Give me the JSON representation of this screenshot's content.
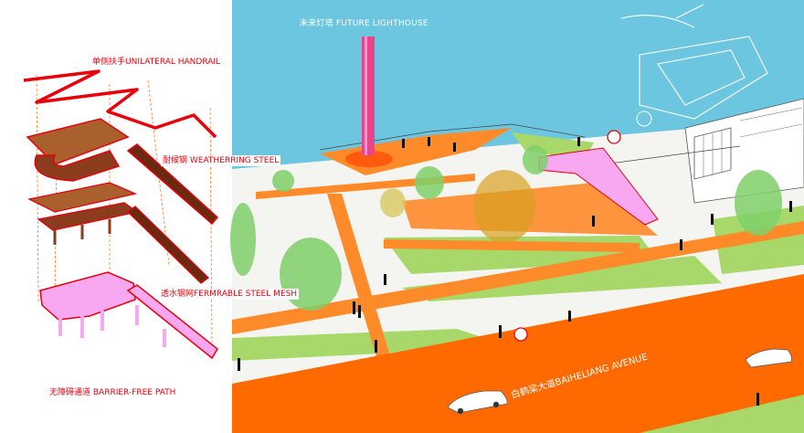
{
  "labels": {
    "handrail": "单侧扶手UNILATERAL HANDRAIL",
    "weathering": "耐候钢 WEATHERRING STEEL",
    "mesh": "透水钢网FERMRABLE STEEL MESH",
    "barrier": "无障碍通道 BARRIER-FREE PATH",
    "lighthouse": "未来灯塔 FUTURE LIGHTHOUSE",
    "avenue": "白鹤梁大道BAIHELIANG AVENUE"
  },
  "colors": {
    "water": "#6cc6e0",
    "road": "#ff6a00",
    "path_orange": "#ff8a2a",
    "grass": "#a8d86a",
    "tree": "#7fd06a",
    "handrail": "#e8000b",
    "steel": "#8a3c1c",
    "mesh_pink": "#f7a8f0",
    "lighthouse": "#e8458c"
  },
  "icons": [
    "wheelchair-icon",
    "car-icon",
    "sketch-boat-icon"
  ]
}
